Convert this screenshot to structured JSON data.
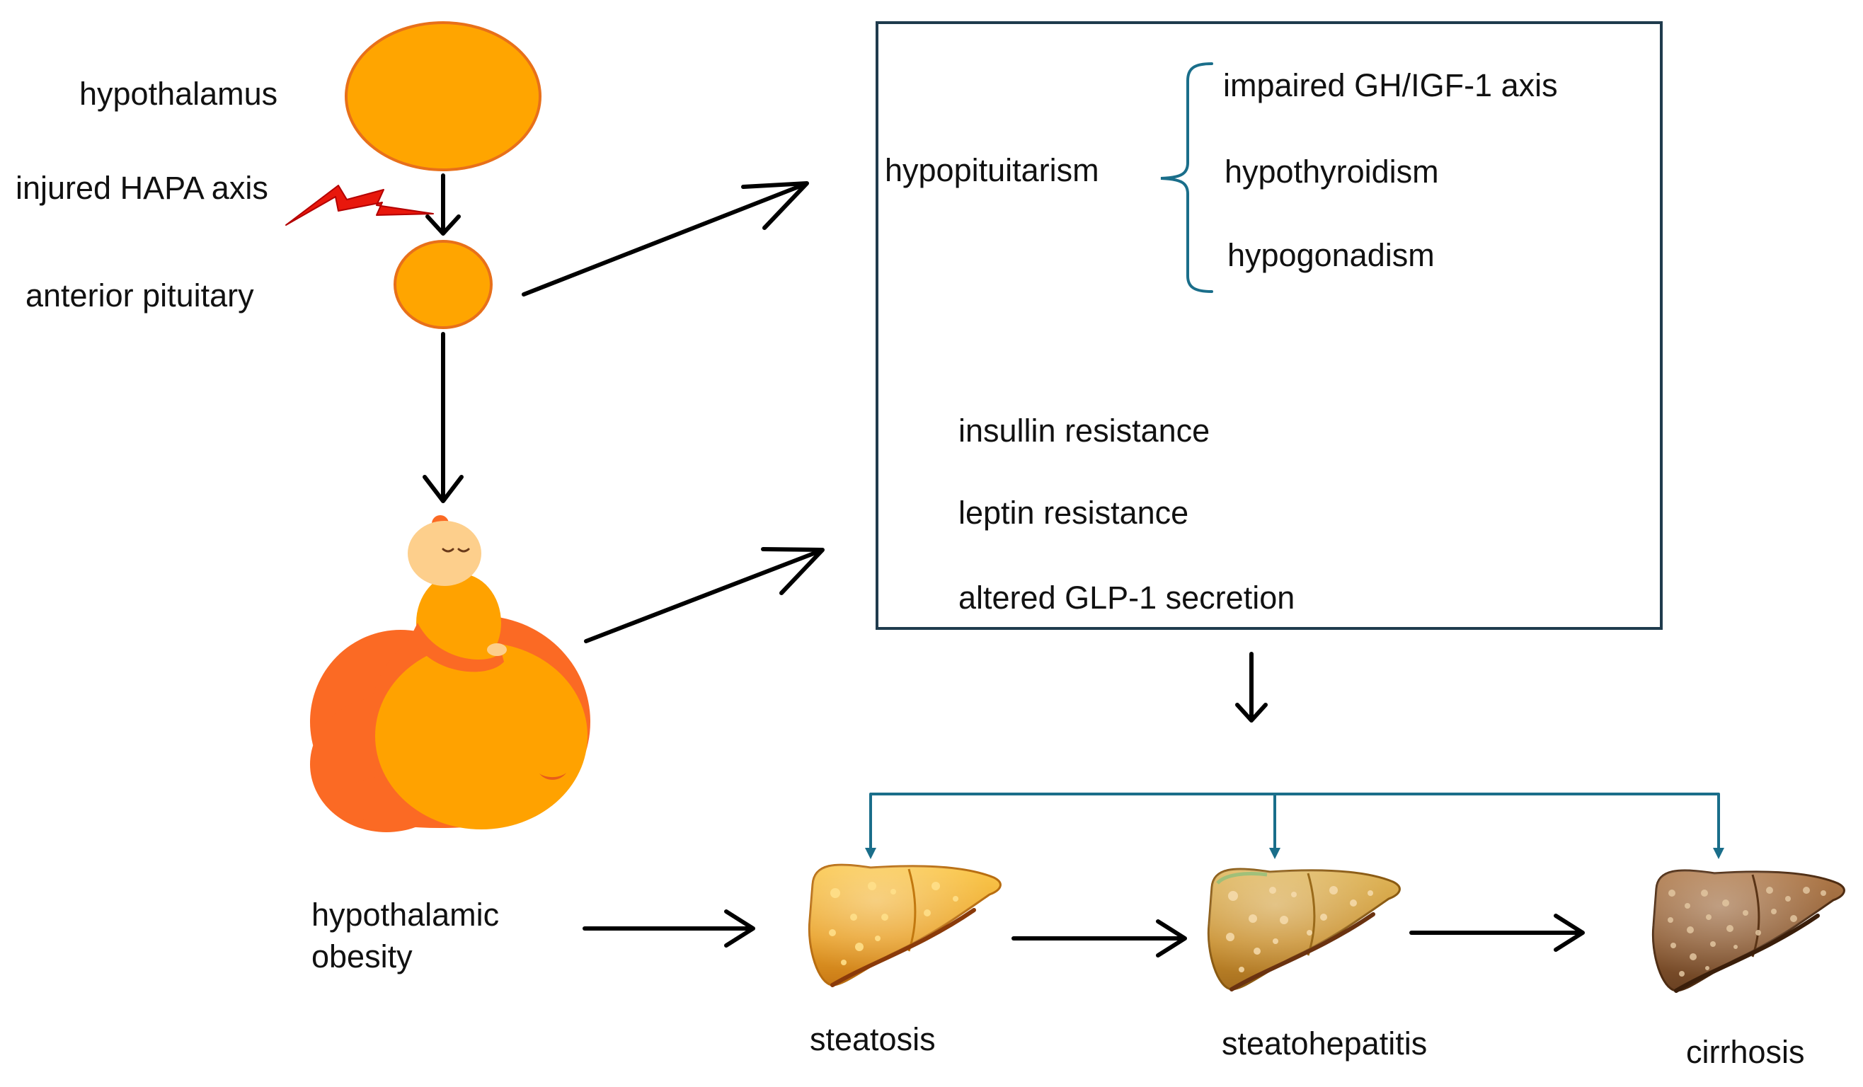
{
  "labels": {
    "hypothalamus": "hypothalamus",
    "injured_axis": "injured HAPA axis",
    "anterior_pituitary": "anterior pituitary",
    "hypopituitarism": "hypopituitarism",
    "gh_axis": "impaired GH/IGF-1 axis",
    "hypothyroidism": "hypothyroidism",
    "hypogonadism": "hypogonadism",
    "insulin_resistance": "insullin resistance",
    "leptin_resistance": "leptin resistance",
    "glp1": "altered GLP-1 secretion",
    "obesity_line1": "hypothalamic",
    "obesity_line2": "obesity",
    "steatosis": "steatosis",
    "steatohepatitis": "steatohepatitis",
    "cirrhosis": "cirrhosis"
  },
  "colors": {
    "gland_fill": "#ffa500",
    "gland_stroke": "#e8701a",
    "box_border": "#1f3b4d",
    "teal": "#1a6e8a",
    "arrow": "#000000",
    "lightning": "#e8170c",
    "body_dark": "#fb6a24",
    "body_light": "#ffa200",
    "skin": "#fdcf8c"
  },
  "icons": {
    "injury": "lightning-bolt-icon",
    "person": "obese-person-icon",
    "liver": "liver-icon"
  }
}
